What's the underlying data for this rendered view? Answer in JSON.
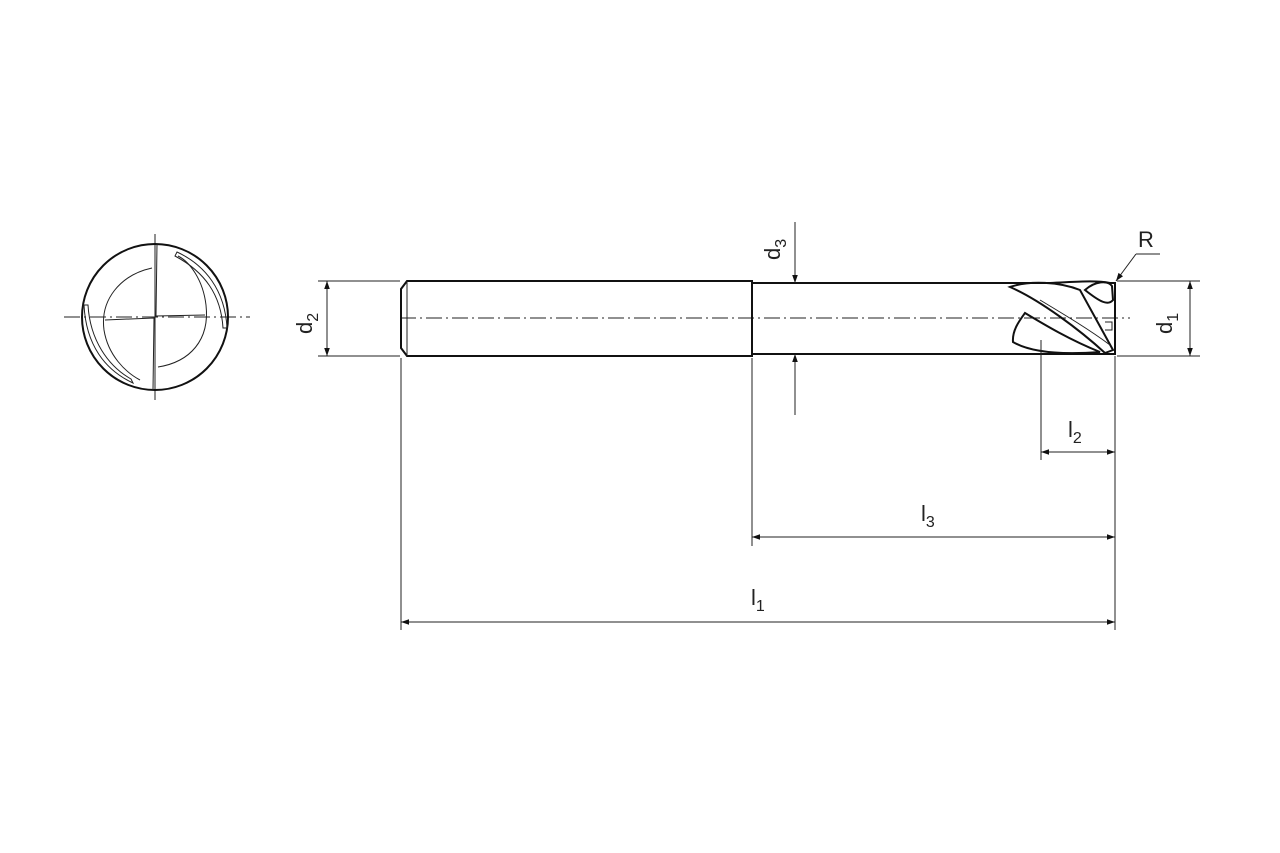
{
  "drawing": {
    "title": "End mill dimension drawing",
    "labels": {
      "d1": {
        "main": "d",
        "sub": "1"
      },
      "d2": {
        "main": "d",
        "sub": "2"
      },
      "d3": {
        "main": "d",
        "sub": "3"
      },
      "l1": {
        "main": "l",
        "sub": "1"
      },
      "l2": {
        "main": "l",
        "sub": "2"
      },
      "l3": {
        "main": "l",
        "sub": "3"
      },
      "R": "R"
    },
    "colors": {
      "line": "#111111",
      "background": "#ffffff"
    }
  }
}
